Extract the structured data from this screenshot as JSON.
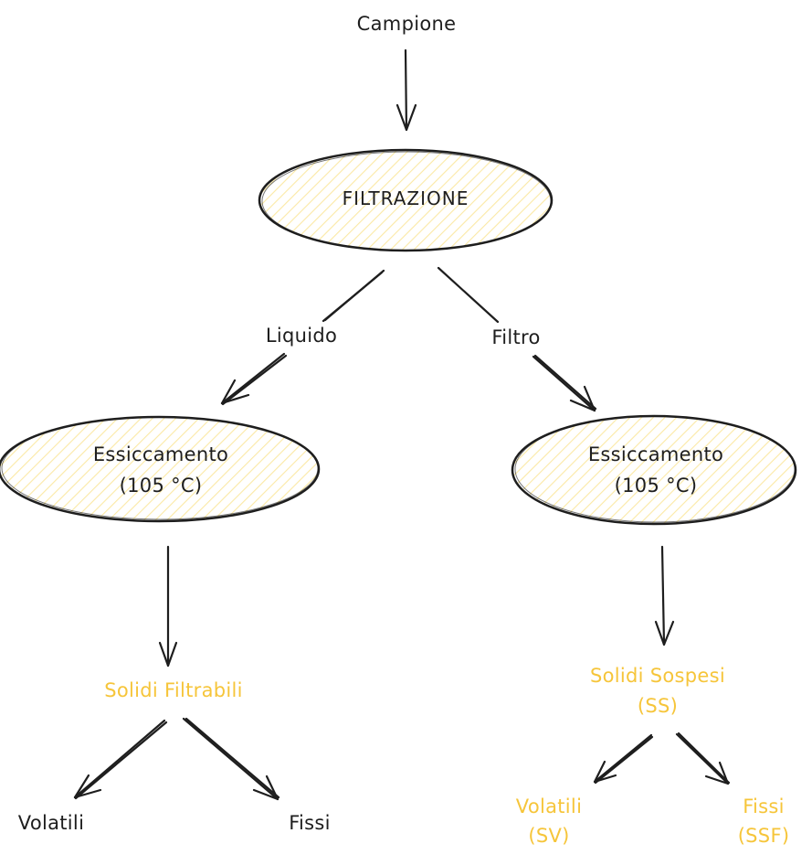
{
  "colors": {
    "stroke": "#1e1e1e",
    "fill_hatch": "#fbe9a5",
    "highlight_text": "#f6c53a"
  },
  "nodes": {
    "campione": {
      "label": "Campione"
    },
    "filtrazione": {
      "label": "FILTRAZIONE",
      "shape": "ellipse"
    },
    "essiccamento_left": {
      "line1": "Essiccamento",
      "line2": "(105 °C)",
      "shape": "ellipse"
    },
    "essiccamento_right": {
      "line1": "Essiccamento",
      "line2": "(105 °C)",
      "shape": "ellipse"
    },
    "solidi_filtrabili": {
      "label": "Solidi Filtrabili"
    },
    "solidi_sospesi": {
      "line1": "Solidi Sospesi",
      "line2": "(SS)"
    },
    "volatili_left": {
      "label": "Volatili"
    },
    "fissi_left": {
      "label": "Fissi"
    },
    "volatili_right": {
      "line1": "Volatili",
      "line2": "(SV)"
    },
    "fissi_right": {
      "line1": "Fissi",
      "line2": "(SSF)"
    }
  },
  "edges": {
    "liquido": {
      "label": "Liquido",
      "from": "filtrazione",
      "to": "essiccamento_left"
    },
    "filtro": {
      "label": "Filtro",
      "from": "filtrazione",
      "to": "essiccamento_right"
    }
  }
}
